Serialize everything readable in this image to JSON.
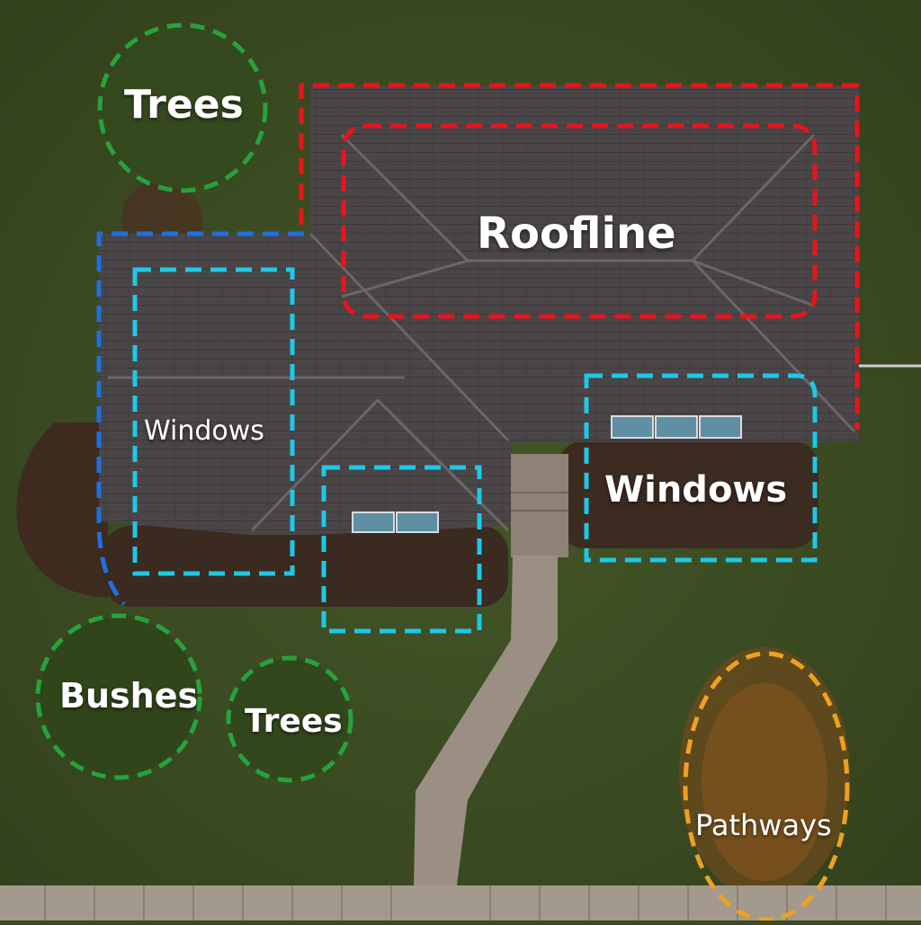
{
  "labels": {
    "roofline": "Roofline",
    "trees_top": "Trees",
    "windows_left": "Windows",
    "windows_right": "Windows",
    "bushes": "Bushes",
    "trees_bottom": "Trees",
    "pathways": "Pathways"
  },
  "colors": {
    "grass": "#3b4a22",
    "roof": "#4a4547",
    "roofline_outline": "#e8141c",
    "windows_outline": "#1ec8e6",
    "house_edge_outline": "#1f6fe0",
    "greenery_outline": "#27a23c",
    "pathways_outline": "#f0a020",
    "label_text": "#ffffff"
  }
}
